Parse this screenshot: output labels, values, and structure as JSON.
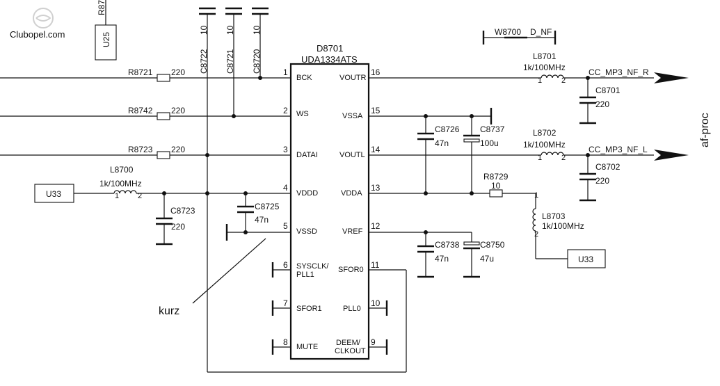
{
  "watermark": "Clubopel.com",
  "chip": {
    "designator": "D8701",
    "part": "UDA1334ATS",
    "pins": [
      {
        "num": "1",
        "name": "BCK"
      },
      {
        "num": "2",
        "name": "WS"
      },
      {
        "num": "3",
        "name": "DATAI"
      },
      {
        "num": "4",
        "name": "VDDD"
      },
      {
        "num": "5",
        "name": "VSSD"
      },
      {
        "num": "6",
        "name": "SYSCLK/",
        "name2": "PLL1"
      },
      {
        "num": "7",
        "name": "SFOR1"
      },
      {
        "num": "8",
        "name": "MUTE"
      },
      {
        "num": "16",
        "name": "VOUTR"
      },
      {
        "num": "15",
        "name": "VSSA"
      },
      {
        "num": "14",
        "name": "VOUTL"
      },
      {
        "num": "13",
        "name": "VDDA"
      },
      {
        "num": "12",
        "name": "VREF"
      },
      {
        "num": "11",
        "name": "SFOR0"
      },
      {
        "num": "10",
        "name": "PLL0"
      },
      {
        "num": "9",
        "name": "DEEM/",
        "name2": "CLKOUT"
      }
    ]
  },
  "resistors": [
    {
      "ref": "R8721",
      "value": "220"
    },
    {
      "ref": "R8742",
      "value": "220"
    },
    {
      "ref": "R8723",
      "value": "220"
    },
    {
      "ref": "R8729",
      "value": "10"
    }
  ],
  "capacitors": {
    "top": [
      {
        "ref": "C8722",
        "value": "10"
      },
      {
        "ref": "C8721",
        "value": "10"
      },
      {
        "ref": "C8720",
        "value": "10"
      }
    ],
    "c8723": {
      "ref": "C8723",
      "value": "220"
    },
    "c8725": {
      "ref": "C8725",
      "value": "47n"
    },
    "c8726": {
      "ref": "C8726",
      "value": "47n"
    },
    "c8737": {
      "ref": "C8737",
      "value": "100u"
    },
    "c8738": {
      "ref": "C8738",
      "value": "47n"
    },
    "c8750": {
      "ref": "C8750",
      "value": "47u"
    },
    "c8701": {
      "ref": "C8701",
      "value": "220"
    },
    "c8702": {
      "ref": "C8702",
      "value": "220"
    }
  },
  "inductors": [
    {
      "ref": "L8700",
      "value": "1k/100MHz",
      "p1": "1",
      "p2": "2"
    },
    {
      "ref": "L8701",
      "value": "1k/100MHz",
      "p1": "1",
      "p2": "2"
    },
    {
      "ref": "L8702",
      "value": "1k/100MHz",
      "p1": "1",
      "p2": "2"
    },
    {
      "ref": "L8703",
      "value": "1k/100MHz",
      "p1": "1",
      "p2": "2"
    }
  ],
  "connectors": {
    "u25": "U25",
    "u25_ref": "R87",
    "u33_left": "U33",
    "u33_right": "U33"
  },
  "wire_label": {
    "ref": "W8700",
    "net": "D_NF"
  },
  "nets": {
    "out_r": "CC_MP3_NF_R",
    "out_l": "CC_MP3_NF_L",
    "af": "af-proc"
  },
  "annotation": "kurz"
}
